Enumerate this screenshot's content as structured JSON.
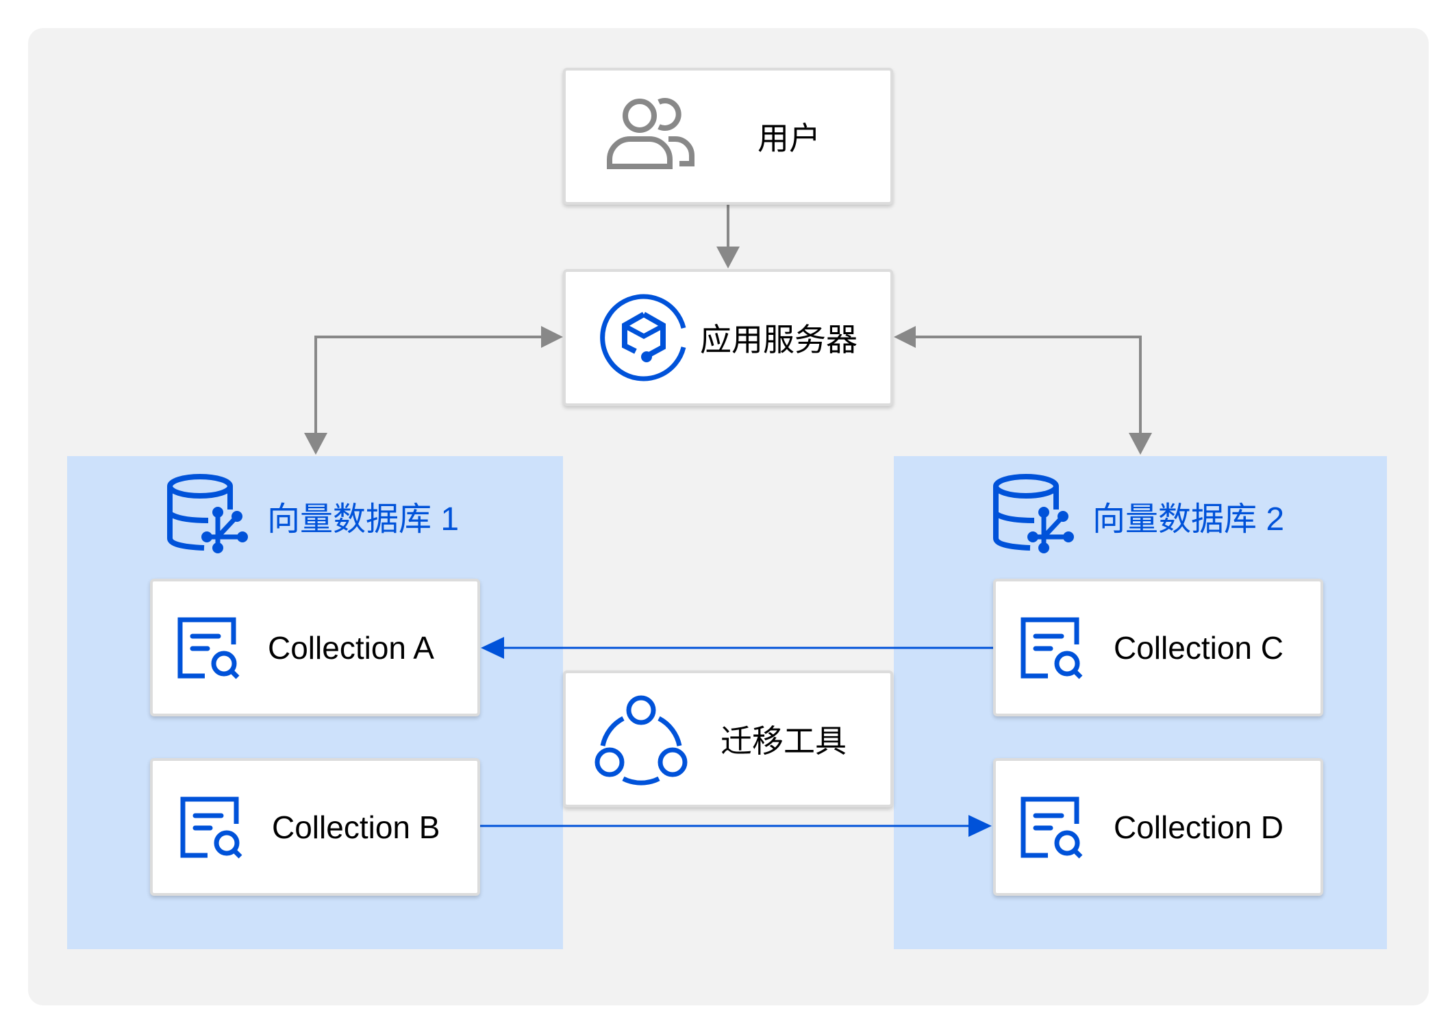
{
  "nodes": {
    "user": {
      "label": "用户",
      "icon": "users-icon"
    },
    "server": {
      "label": "应用服务器",
      "icon": "server-cube-icon"
    },
    "migration": {
      "label": "迁移工具",
      "icon": "migration-share-icon"
    }
  },
  "groups": [
    {
      "title": "向量数据库 1",
      "icon": "vector-database-icon",
      "collections": [
        "Collection A",
        "Collection B"
      ]
    },
    {
      "title": "向量数据库 2",
      "icon": "vector-database-icon",
      "collections": [
        "Collection C",
        "Collection D"
      ]
    }
  ],
  "colors": {
    "accent": "#0052d9",
    "connector": "#888888",
    "group_bg": "#cde1fb",
    "panel_bg": "#f2f2f2"
  }
}
